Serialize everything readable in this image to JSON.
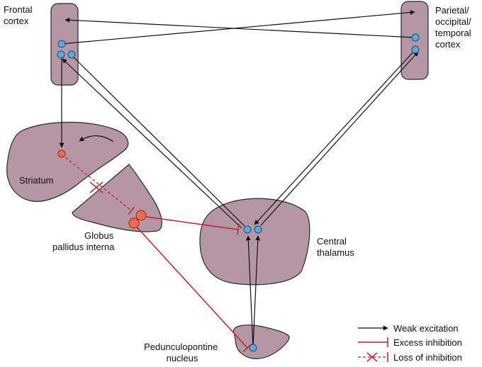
{
  "regions": {
    "frontal_cortex": [
      "Frontal",
      "cortex"
    ],
    "parietal_cortex": [
      "Parietal/",
      "occipital/",
      "temporal",
      "cortex"
    ],
    "striatum": [
      "Striatum"
    ],
    "globus_pallidus": [
      "Globus",
      "pallidus interna"
    ],
    "central_thalamus": [
      "Central",
      "thalamus"
    ],
    "pedunculopontine": [
      "Pedunculopontine",
      "nucleus"
    ]
  },
  "legend": {
    "weak_excitation": "Weak excitation",
    "excess_inhibition": "Excess inhibition",
    "loss_of_inhibition": "Loss of inhibition"
  },
  "colors": {
    "region_fill": "#b596a5",
    "excitation": "#111111",
    "inhibition": "#c8202b",
    "neuron_excitatory": "#58a9dd",
    "neuron_inhibitory": "#ee6c4d"
  }
}
